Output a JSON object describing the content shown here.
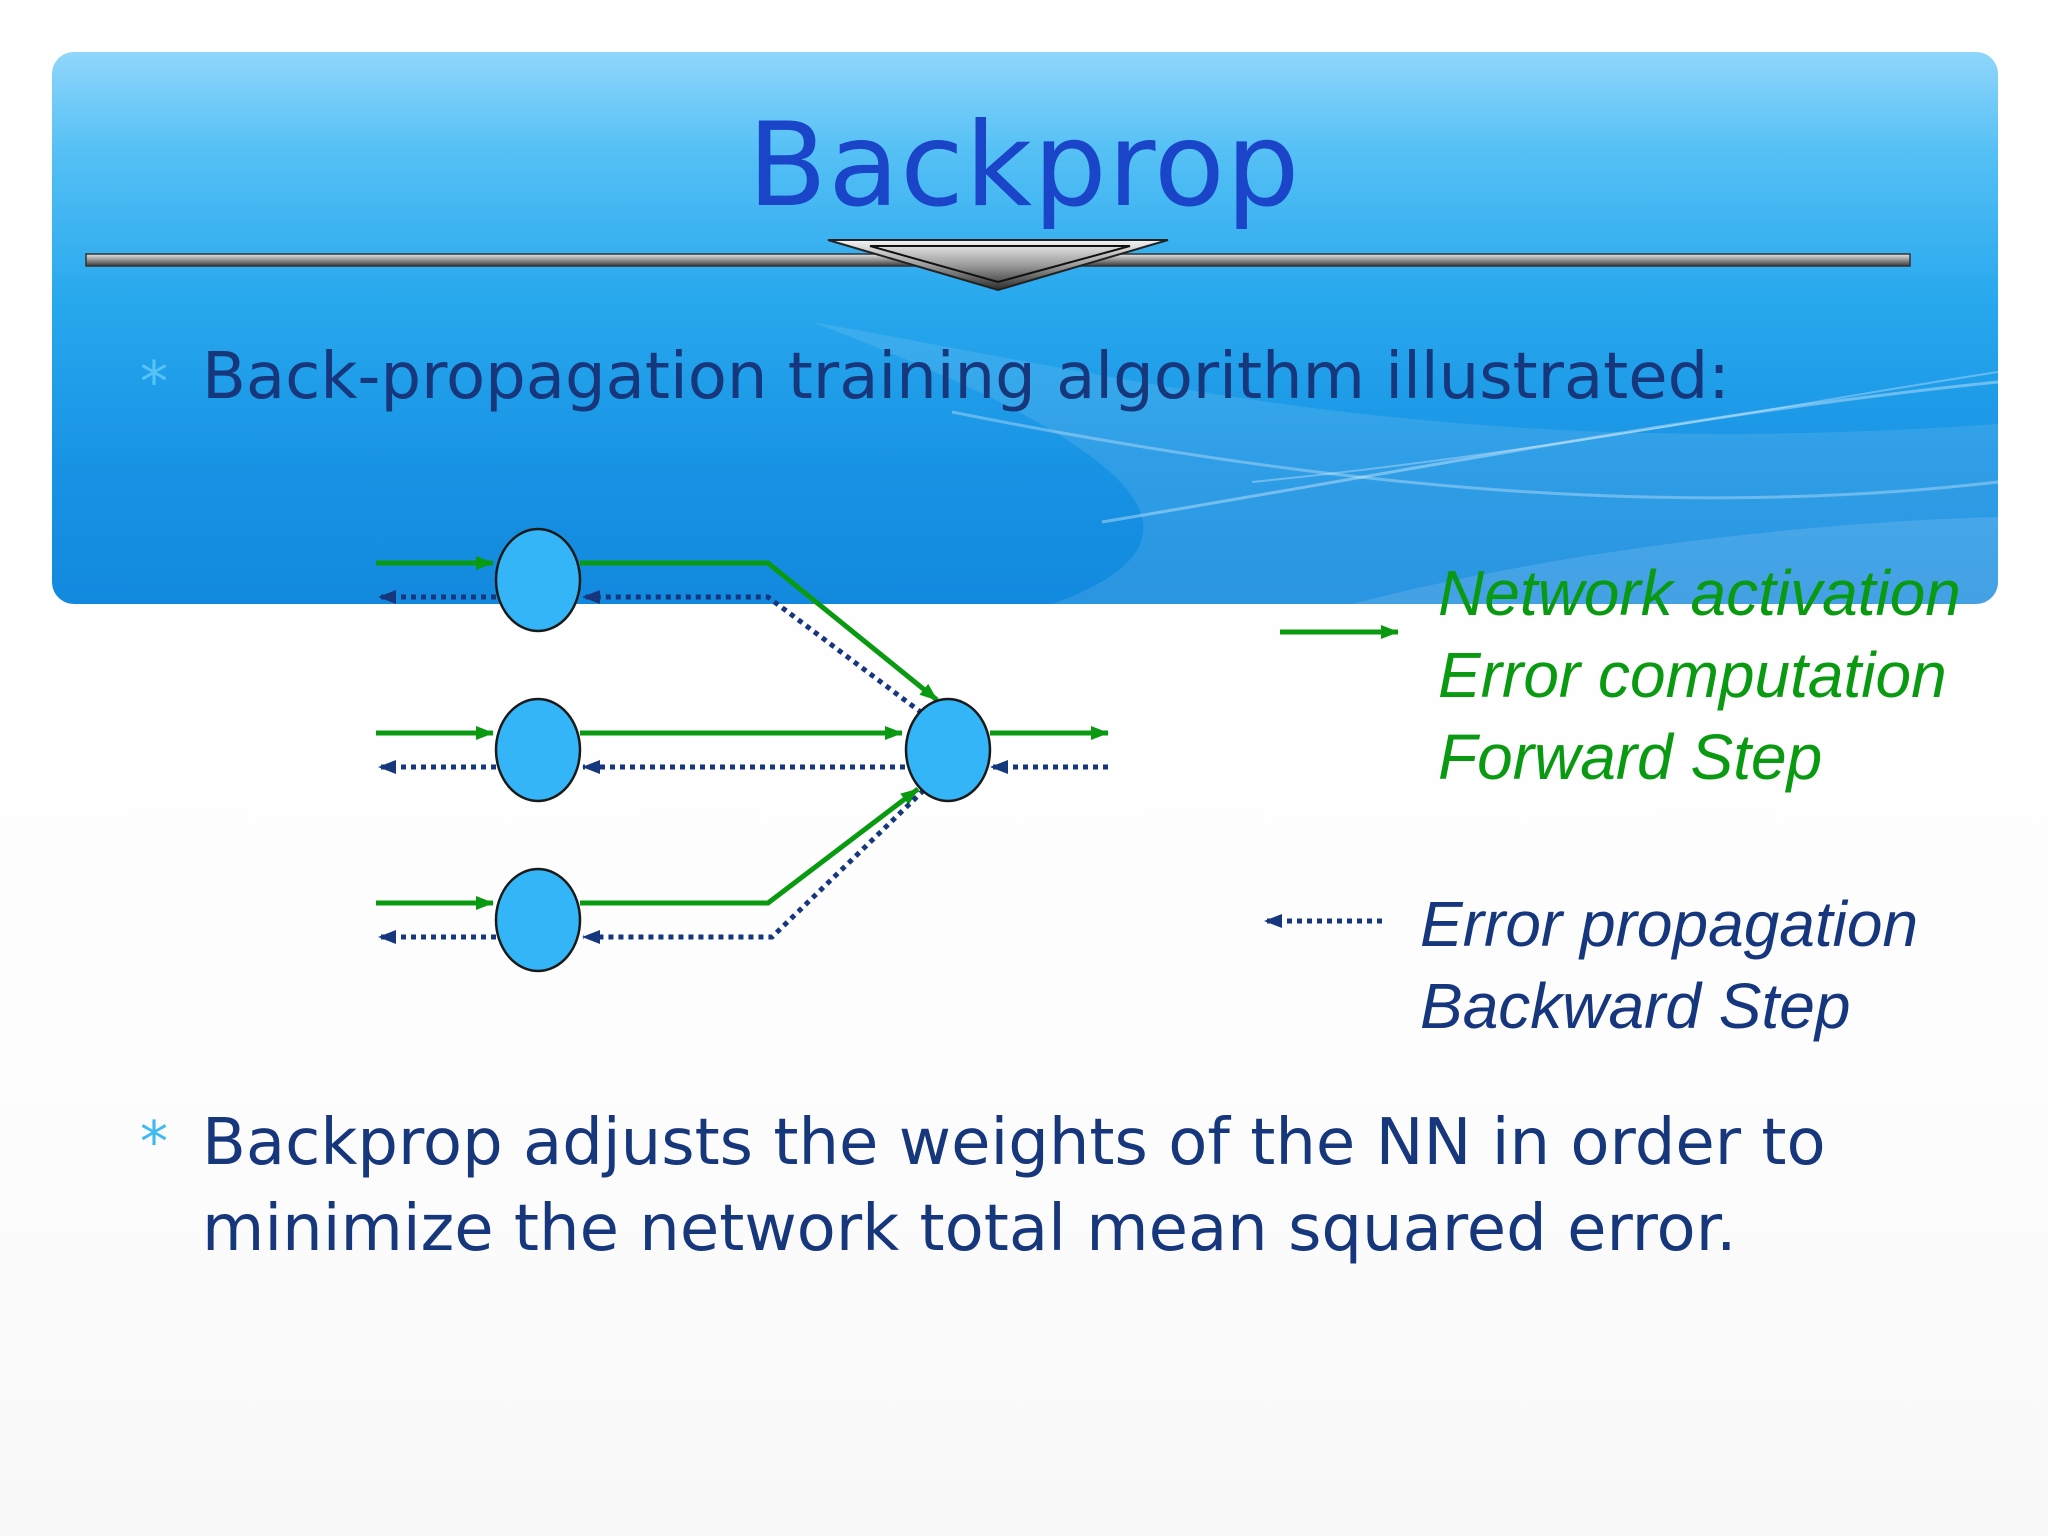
{
  "slide": {
    "title": "Backprop",
    "bullets": [
      {
        "text": "Back-propagation training algorithm illustrated:"
      },
      {
        "text": "Backprop adjusts the weights of the NN in order to minimize the network total mean squared error."
      }
    ],
    "bullet_symbol": "*",
    "legend": {
      "forward": {
        "lines": [
          "Network activation",
          "Error computation",
          "Forward Step"
        ]
      },
      "backward": {
        "lines": [
          "Error propagation",
          "Backward Step"
        ]
      }
    }
  },
  "colors": {
    "title": "#1a45c8",
    "body_text": "#17377c",
    "forward_arrow": "#0a9a12",
    "backward_arrow": "#16377e",
    "node_fill": "#33b5f8",
    "banner_top": "#8fd6fb",
    "banner_bottom": "#1289de"
  },
  "diagram": {
    "nodes": [
      {
        "id": "hidden-1",
        "layer": "hidden"
      },
      {
        "id": "hidden-2",
        "layer": "hidden"
      },
      {
        "id": "hidden-3",
        "layer": "hidden"
      },
      {
        "id": "output",
        "layer": "output"
      }
    ],
    "edges": [
      {
        "from": "input-1",
        "to": "hidden-1"
      },
      {
        "from": "input-2",
        "to": "hidden-2"
      },
      {
        "from": "input-3",
        "to": "hidden-3"
      },
      {
        "from": "hidden-1",
        "to": "output"
      },
      {
        "from": "hidden-2",
        "to": "output"
      },
      {
        "from": "hidden-3",
        "to": "output"
      },
      {
        "from": "output",
        "to": "result"
      }
    ]
  }
}
